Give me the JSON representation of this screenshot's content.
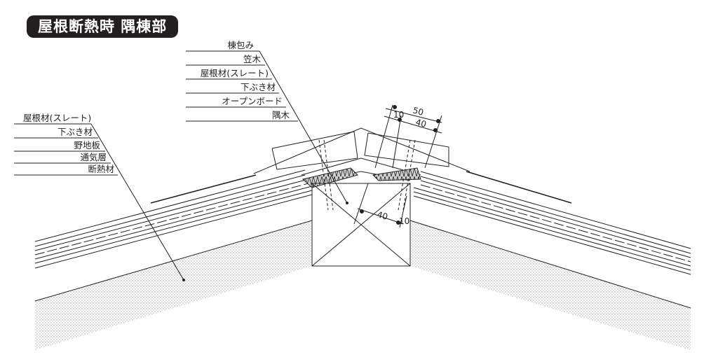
{
  "title": "屋根断熱時 隅棟部",
  "labels_top": [
    "棟包み",
    "笠木",
    "屋根材(スレート)",
    "下ぶき材",
    "オープンボード",
    "隅木"
  ],
  "labels_left": [
    "屋根材(スレート)",
    "下ぶき材",
    "野地板",
    "通気層",
    "断熱材"
  ],
  "dimensions": {
    "top_outer": "50",
    "top_inner": "40",
    "top_small": "10",
    "bottom_width": "40",
    "bottom_small": "10"
  },
  "colors": {
    "line": "#231f20",
    "title_bg": "#231f20",
    "stipple": "#d9d9d9"
  }
}
